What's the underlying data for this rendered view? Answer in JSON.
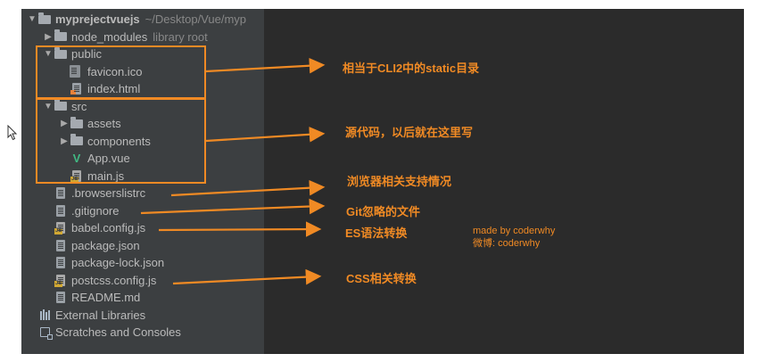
{
  "project_tree": {
    "items": [
      {
        "label": "myprejectvuejs",
        "hint": "~/Desktop/Vue/myp",
        "icon": "folder-icon",
        "indent": 0,
        "expand": "open",
        "bold": true
      },
      {
        "label": "node_modules",
        "hint": "library root",
        "icon": "folder-icon",
        "indent": 1,
        "expand": "closed"
      },
      {
        "label": "public",
        "icon": "folder-icon",
        "indent": 1,
        "expand": "open"
      },
      {
        "label": "favicon.ico",
        "icon": "ico-file-icon",
        "indent": 2,
        "expand": "none"
      },
      {
        "label": "index.html",
        "icon": "html-file-icon",
        "indent": 2,
        "expand": "none"
      },
      {
        "label": "src",
        "icon": "folder-icon",
        "indent": 1,
        "expand": "open"
      },
      {
        "label": "assets",
        "icon": "folder-icon",
        "indent": 2,
        "expand": "closed"
      },
      {
        "label": "components",
        "icon": "folder-icon",
        "indent": 2,
        "expand": "closed"
      },
      {
        "label": "App.vue",
        "icon": "vue-file-icon",
        "indent": 2,
        "expand": "none"
      },
      {
        "label": "main.js",
        "icon": "js-file-icon",
        "indent": 2,
        "expand": "none"
      },
      {
        "label": ".browserslistrc",
        "icon": "text-file-icon",
        "indent": 1,
        "expand": "none"
      },
      {
        "label": ".gitignore",
        "icon": "text-file-icon",
        "indent": 1,
        "expand": "none"
      },
      {
        "label": "babel.config.js",
        "icon": "js-file-icon",
        "indent": 1,
        "expand": "none"
      },
      {
        "label": "package.json",
        "icon": "json-file-icon",
        "indent": 1,
        "expand": "none"
      },
      {
        "label": "package-lock.json",
        "icon": "json-file-icon",
        "indent": 1,
        "expand": "none"
      },
      {
        "label": "postcss.config.js",
        "icon": "js-file-icon",
        "indent": 1,
        "expand": "none"
      },
      {
        "label": "README.md",
        "icon": "text-file-icon",
        "indent": 1,
        "expand": "none"
      },
      {
        "label": "External Libraries",
        "icon": "libraries-icon",
        "indent": 0,
        "expand": "none"
      },
      {
        "label": "Scratches and Consoles",
        "icon": "scratches-icon",
        "indent": 0,
        "expand": "none"
      }
    ]
  },
  "annotations": {
    "public_note": "相当于CLI2中的static目录",
    "src_note": "源代码，以后就在这里写",
    "browserslistrc_note": "浏览器相关支持情况",
    "gitignore_note": "Git忽略的文件",
    "babel_note": "ES语法转换",
    "postcss_note": "CSS相关转换",
    "credit_line1": "made by coderwhy",
    "credit_line2": "微博: coderwhy"
  },
  "colors": {
    "annotation": "#f08a24",
    "panel_bg": "#3c3f41",
    "editor_bg": "#2b2b2b",
    "tree_text": "#bbbbbb"
  }
}
